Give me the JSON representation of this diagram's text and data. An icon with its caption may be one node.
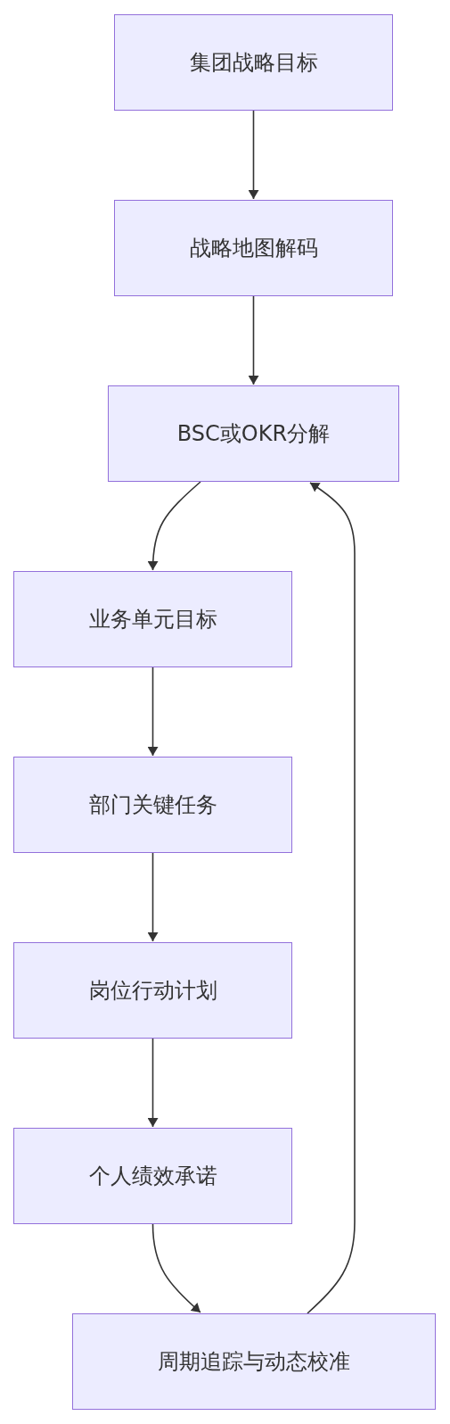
{
  "diagram": {
    "nodes": [
      {
        "text": [
          "集团战略目标"
        ]
      },
      {
        "text": [
          "战略地图解码"
        ]
      },
      {
        "text": [
          "BSC或OKR分解"
        ]
      },
      {
        "text": [
          "业务单元目标"
        ]
      },
      {
        "text": [
          "部门关键任务"
        ]
      },
      {
        "text": [
          "岗位行动计划"
        ]
      },
      {
        "text": [
          "个人绩效承诺"
        ]
      },
      {
        "text": [
          "周期追踪与动态校准"
        ]
      }
    ],
    "edges": [
      {
        "from": 0,
        "to": 1,
        "arrow": "to"
      },
      {
        "from": 1,
        "to": 2,
        "arrow": "to"
      },
      {
        "from": 2,
        "to": 3,
        "arrow": "to"
      },
      {
        "from": 3,
        "to": 4,
        "arrow": "to"
      },
      {
        "from": 4,
        "to": 5,
        "arrow": "to"
      },
      {
        "from": 5,
        "to": 6,
        "arrow": "to"
      },
      {
        "from": 6,
        "to": 7,
        "arrow": "to"
      },
      {
        "from": 7,
        "to": 2,
        "arrow": "to"
      }
    ]
  }
}
